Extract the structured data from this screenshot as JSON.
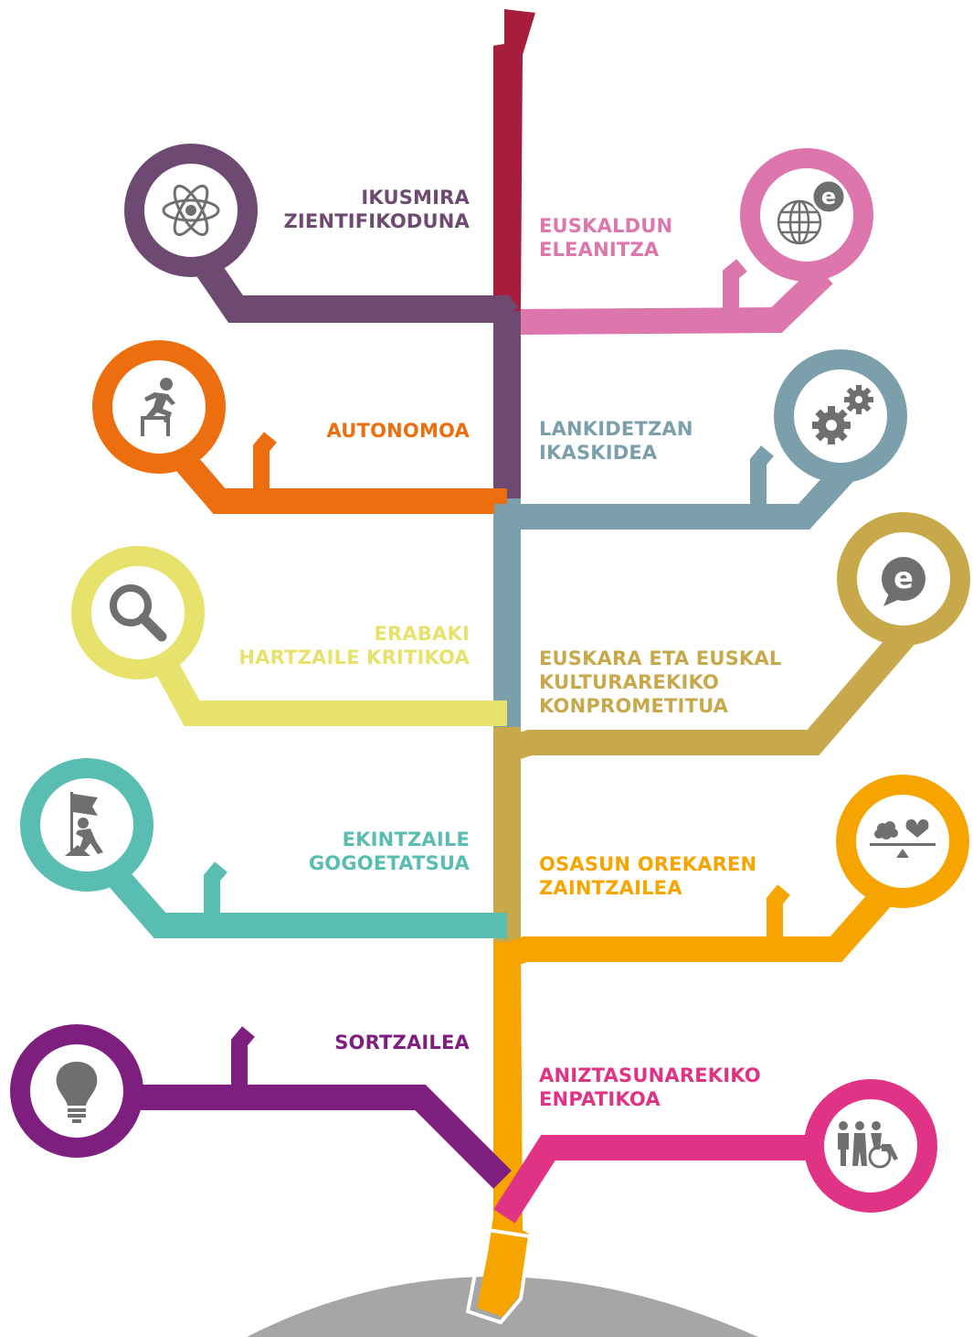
{
  "colors": {
    "trunk_top": "#a71d3c",
    "scientific": "#6e4a73",
    "multilingual": "#dc76ad",
    "autonomous": "#ec6e0f",
    "cooperative": "#7c9fac",
    "critical": "#e7e26c",
    "committed": "#c7a94c",
    "initiative": "#59bdb2",
    "health": "#f6a500",
    "creative": "#7e1f7f",
    "empathy": "#e03386",
    "ground": "#a6a6a8",
    "icon": "#6f6f6f"
  },
  "competencies": [
    {
      "id": "scientific",
      "lines": [
        "IKUSMIRA",
        "ZIENTIFIKODUNA"
      ],
      "icon": "atom-icon"
    },
    {
      "id": "multilingual",
      "lines": [
        "EUSKALDUN",
        "ELEANITZA"
      ],
      "icon": "globe-speech-icon"
    },
    {
      "id": "autonomous",
      "lines": [
        "AUTONOMOA"
      ],
      "icon": "hurdle-runner-icon"
    },
    {
      "id": "cooperative",
      "lines": [
        "LANKIDETZAN",
        "IKASKIDEA"
      ],
      "icon": "gears-icon"
    },
    {
      "id": "critical",
      "lines": [
        "ERABAKI",
        "HARTZAILE KRITIKOA"
      ],
      "icon": "magnifier-icon"
    },
    {
      "id": "committed",
      "lines": [
        "EUSKARA ETA EUSKAL",
        "KULTURAREKIKO",
        "KONPROMETITUA"
      ],
      "icon": "speech-e-icon"
    },
    {
      "id": "initiative",
      "lines": [
        "EKINTZAILE",
        "GOGOETATSUA"
      ],
      "icon": "flag-climber-icon"
    },
    {
      "id": "health",
      "lines": [
        "OSASUN OREKAREN",
        "ZAINTZAILEA"
      ],
      "icon": "brain-heart-balance-icon"
    },
    {
      "id": "creative",
      "lines": [
        "SORTZAILEA"
      ],
      "icon": "lightbulb-icon"
    },
    {
      "id": "empathy",
      "lines": [
        "ANIZTASUNAREKIKO",
        "ENPATIKOA"
      ],
      "icon": "diverse-people-icon"
    }
  ]
}
